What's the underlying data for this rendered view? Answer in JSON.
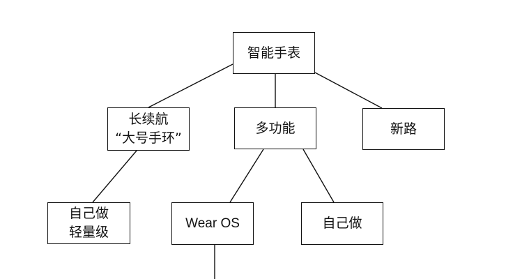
{
  "diagram": {
    "root": {
      "label": "智能手表"
    },
    "level1": [
      {
        "lines": [
          "长续航",
          "“大号手环”"
        ]
      },
      {
        "lines": [
          "多功能"
        ]
      },
      {
        "lines": [
          "新路"
        ]
      }
    ],
    "level2": [
      {
        "lines": [
          "自己做",
          "轻量级"
        ]
      },
      {
        "lines": [
          "Wear OS"
        ]
      },
      {
        "lines": [
          "自己做"
        ]
      }
    ]
  },
  "colors": {
    "stroke": "#111111",
    "background": "#ffffff",
    "text": "#111111"
  }
}
